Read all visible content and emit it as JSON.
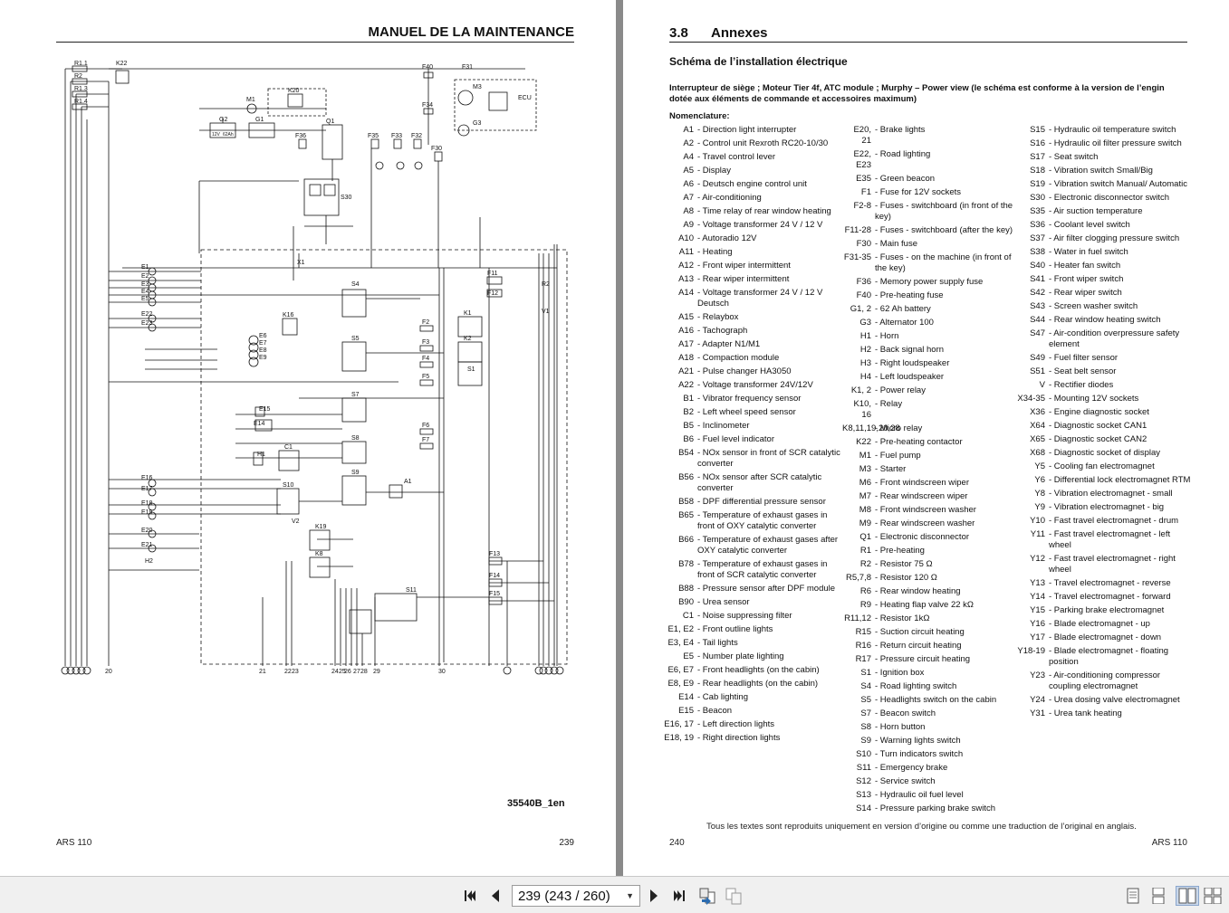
{
  "left_page": {
    "header": "MANUEL DE LA MAINTENANCE",
    "drawing_code": "35540B_1en",
    "footer_left": "ARS 110",
    "footer_right": "239",
    "schematic_labels": {
      "r1": "R1.1",
      "r2": "R2",
      "r3": "R1.3",
      "r4": "R1.4",
      "k22": "K22",
      "k20": "K20",
      "m1": "M1",
      "g2": "G2",
      "g1": "G1",
      "q1": "Q1",
      "f40": "F40",
      "f31": "F31",
      "f34": "F34",
      "m3": "M3",
      "g3": "G3",
      "f36": "F36",
      "f35": "F35",
      "f33": "F33",
      "f32": "F32",
      "f30": "F30",
      "s30": "S30",
      "x1": "X1",
      "s4": "S4",
      "k16": "K16",
      "s5": "S5",
      "s7": "S7",
      "s8": "S8",
      "s9": "S9",
      "s10": "S10",
      "v2": "V2",
      "k19": "K19",
      "k8": "K8",
      "s11": "S11",
      "a1": "A1",
      "h1": "H1",
      "h2": "H2",
      "c1": "C1",
      "e15": "E15",
      "e14": "E14",
      "k1": "K1",
      "k2": "K2",
      "s1": "S1",
      "f2": "F2",
      "f3": "F3",
      "f4": "F4",
      "f5": "F5",
      "f6": "F6",
      "f7": "F7",
      "f11": "F11",
      "f12": "F12",
      "f13": "F13",
      "f14": "F14",
      "f15": "F15",
      "v1": "V1",
      "ecu": "ECU",
      "e1": "E1",
      "e2": "E2",
      "e3": "E3",
      "e4": "E4",
      "e5": "E5",
      "e22": "E22",
      "e23": "E23",
      "e6": "E6",
      "e7": "E7",
      "e8": "E8",
      "e9": "E9",
      "e16": "E16",
      "e17": "E17",
      "e18": "E18",
      "e19": "E19",
      "e20": "E20",
      "e21": "E21",
      "bottom_terminals": [
        "21",
        "22",
        "23",
        "24",
        "25",
        "26",
        "27",
        "28",
        "29",
        "30"
      ],
      "left_bottom": "20",
      "battery_12v": "12V",
      "battery_62ah": "62Ah"
    }
  },
  "right_page": {
    "section_number": "3.8",
    "section_title": "Annexes",
    "subtitle": "Schéma de l’installation électrique",
    "intro": "Interrupteur de siège ; Moteur Tier 4f, ATC module ; Murphy – Power view (le schéma est conforme à la version de l’engin dotée aux éléments de commande et accessoires maximum)",
    "nomenclature_title": "Nomenclature:",
    "footnote": "Tous les textes sont reproduits uniquement en version d’origine ou comme une traduction de l’original en anglais.",
    "footer_left": "240",
    "footer_right": "ARS 110",
    "col1": [
      {
        "code": "A1",
        "desc": "- Direction light interrupter"
      },
      {
        "code": "A2",
        "desc": "- Control unit Rexroth RC20-10/30"
      },
      {
        "code": "A4",
        "desc": "- Travel control lever"
      },
      {
        "code": "A5",
        "desc": "- Display"
      },
      {
        "code": "A6",
        "desc": "- Deutsch engine control unit"
      },
      {
        "code": "A7",
        "desc": "- Air-conditioning"
      },
      {
        "code": "A8",
        "desc": "- Time relay of rear window heating"
      },
      {
        "code": "A9",
        "desc": "- Voltage transformer 24 V / 12 V"
      },
      {
        "code": "A10",
        "desc": "- Autoradio 12V"
      },
      {
        "code": "A11",
        "desc": "- Heating"
      },
      {
        "code": "A12",
        "desc": "- Front wiper intermittent"
      },
      {
        "code": "A13",
        "desc": "- Rear wiper intermittent"
      },
      {
        "code": "A14",
        "desc": "- Voltage transformer 24 V / 12 V Deutsch"
      },
      {
        "code": "A15",
        "desc": "- Relaybox"
      },
      {
        "code": "A16",
        "desc": "- Tachograph"
      },
      {
        "code": "A17",
        "desc": "- Adapter N1/M1"
      },
      {
        "code": "A18",
        "desc": "- Compaction module"
      },
      {
        "code": "A21",
        "desc": "- Pulse changer HA3050"
      },
      {
        "code": "A22",
        "desc": "- Voltage transformer 24V/12V"
      },
      {
        "code": "B1",
        "desc": "- Vibrator frequency sensor"
      },
      {
        "code": "B2",
        "desc": "- Left wheel speed sensor"
      },
      {
        "code": "B5",
        "desc": "- Inclinometer"
      },
      {
        "code": "B6",
        "desc": "- Fuel level indicator"
      },
      {
        "code": "B54",
        "desc": "- NOx sensor in front of SCR catalytic converter"
      },
      {
        "code": "B56",
        "desc": "- NOx sensor after SCR catalytic converter"
      },
      {
        "code": "B58",
        "desc": "- DPF differential pressure sensor"
      },
      {
        "code": "B65",
        "desc": "- Temperature of exhaust gases in front of OXY catalytic converter"
      },
      {
        "code": "B66",
        "desc": "- Temperature of exhaust gases after OXY catalytic converter"
      },
      {
        "code": "B78",
        "desc": "- Temperature of exhaust gases in front of SCR catalytic converter"
      },
      {
        "code": "B88",
        "desc": "- Pressure sensor after DPF module"
      },
      {
        "code": "B90",
        "desc": "- Urea sensor"
      },
      {
        "code": "C1",
        "desc": "- Noise suppressing filter"
      },
      {
        "code": "E1, E2",
        "desc": "- Front outline lights"
      },
      {
        "code": "E3, E4",
        "desc": "- Tail lights"
      },
      {
        "code": "E5",
        "desc": "- Number plate lighting"
      },
      {
        "code": "E6, E7",
        "desc": "- Front headlights (on the cabin)"
      },
      {
        "code": "E8, E9",
        "desc": "- Rear headlights (on the cabin)"
      },
      {
        "code": "E14",
        "desc": "- Cab lighting"
      },
      {
        "code": "E15",
        "desc": "- Beacon"
      },
      {
        "code": "E16, 17",
        "desc": "- Left direction lights"
      },
      {
        "code": "E18, 19",
        "desc": "- Right direction lights"
      }
    ],
    "col2": [
      {
        "code": "E20, 21",
        "desc": "- Brake lights"
      },
      {
        "code": "E22, E23",
        "desc": "- Road lighting"
      },
      {
        "code": "E35",
        "desc": "- Green beacon"
      },
      {
        "code": "F1",
        "desc": "- Fuse for 12V sockets"
      },
      {
        "code": "F2-8",
        "desc": "- Fuses - switchboard (in front of the key)"
      },
      {
        "code": "F11-28",
        "desc": "- Fuses - switchboard (after the key)"
      },
      {
        "code": "F30",
        "desc": "- Main fuse"
      },
      {
        "code": "F31-35",
        "desc": "- Fuses - on the machine (in front of the key)"
      },
      {
        "code": "F36",
        "desc": "- Memory power supply fuse"
      },
      {
        "code": "F40",
        "desc": "- Pre-heating fuse"
      },
      {
        "code": "G1, 2",
        "desc": "- 62 Ah battery"
      },
      {
        "code": "G3",
        "desc": "- Alternator 100"
      },
      {
        "code": "H1",
        "desc": "- Horn"
      },
      {
        "code": "H2",
        "desc": "- Back signal horn"
      },
      {
        "code": "H3",
        "desc": "- Right loudspeaker"
      },
      {
        "code": "H4",
        "desc": "- Left loudspeaker"
      },
      {
        "code": "K1, 2",
        "desc": "- Power relay"
      },
      {
        "code": "K10, 16",
        "desc": "- Relay"
      },
      {
        "code": "K8,11,19,20,28",
        "desc": "- Micro relay"
      },
      {
        "code": "K22",
        "desc": "- Pre-heating contactor"
      },
      {
        "code": "M1",
        "desc": "- Fuel pump"
      },
      {
        "code": "M3",
        "desc": "- Starter"
      },
      {
        "code": "M6",
        "desc": "- Front windscreen wiper"
      },
      {
        "code": "M7",
        "desc": "- Rear windscreen wiper"
      },
      {
        "code": "M8",
        "desc": "- Front windscreen washer"
      },
      {
        "code": "M9",
        "desc": "- Rear windscreen washer"
      },
      {
        "code": "Q1",
        "desc": "- Electronic disconnector"
      },
      {
        "code": "R1",
        "desc": "- Pre-heating"
      },
      {
        "code": "R2",
        "desc": "- Resistor 75 Ω"
      },
      {
        "code": "R5,7,8",
        "desc": "- Resistor 120 Ω"
      },
      {
        "code": "R6",
        "desc": "- Rear window heating"
      },
      {
        "code": "R9",
        "desc": "- Heating flap valve 22 kΩ"
      },
      {
        "code": "R11,12",
        "desc": "- Resistor 1kΩ"
      },
      {
        "code": "R15",
        "desc": "- Suction circuit heating"
      },
      {
        "code": "R16",
        "desc": "- Return circuit heating"
      },
      {
        "code": "R17",
        "desc": "- Pressure circuit heating"
      },
      {
        "code": "S1",
        "desc": "- Ignition box"
      },
      {
        "code": "S4",
        "desc": "- Road lighting switch"
      },
      {
        "code": "S5",
        "desc": "- Headlights switch on the cabin"
      },
      {
        "code": "S7",
        "desc": "- Beacon switch"
      },
      {
        "code": "S8",
        "desc": "- Horn button"
      },
      {
        "code": "S9",
        "desc": "- Warning lights switch"
      },
      {
        "code": "S10",
        "desc": "- Turn indicators switch"
      },
      {
        "code": "S11",
        "desc": "- Emergency brake"
      },
      {
        "code": "S12",
        "desc": "- Service switch"
      },
      {
        "code": "S13",
        "desc": "- Hydraulic oil fuel level"
      },
      {
        "code": "S14",
        "desc": "- Pressure parking brake switch"
      }
    ],
    "col3": [
      {
        "code": "S15",
        "desc": "- Hydraulic oil temperature switch"
      },
      {
        "code": "S16",
        "desc": "- Hydraulic oil filter pressure switch"
      },
      {
        "code": "S17",
        "desc": "- Seat switch"
      },
      {
        "code": "S18",
        "desc": "- Vibration switch Small/Big"
      },
      {
        "code": "S19",
        "desc": "- Vibration switch Manual/ Automatic"
      },
      {
        "code": "S30",
        "desc": "- Electronic disconnector switch"
      },
      {
        "code": "S35",
        "desc": "- Air suction temperature"
      },
      {
        "code": "S36",
        "desc": "- Coolant level switch"
      },
      {
        "code": "S37",
        "desc": "- Air filter clogging pressure switch"
      },
      {
        "code": "S38",
        "desc": "- Water in fuel switch"
      },
      {
        "code": "S40",
        "desc": "- Heater fan switch"
      },
      {
        "code": "S41",
        "desc": "- Front wiper switch"
      },
      {
        "code": "S42",
        "desc": "- Rear wiper switch"
      },
      {
        "code": "S43",
        "desc": "- Screen washer switch"
      },
      {
        "code": "S44",
        "desc": "- Rear window heating switch"
      },
      {
        "code": "S47",
        "desc": "- Air-condition overpressure safety element"
      },
      {
        "code": "S49",
        "desc": "- Fuel filter sensor"
      },
      {
        "code": "S51",
        "desc": "- Seat belt sensor"
      },
      {
        "code": "V",
        "desc": "- Rectifier diodes"
      },
      {
        "code": "X34-35",
        "desc": "- Mounting 12V sockets"
      },
      {
        "code": "X36",
        "desc": "- Engine diagnostic socket"
      },
      {
        "code": "X64",
        "desc": "- Diagnostic socket CAN1"
      },
      {
        "code": "X65",
        "desc": "- Diagnostic socket CAN2"
      },
      {
        "code": "X68",
        "desc": "- Diagnostic socket of display"
      },
      {
        "code": "Y5",
        "desc": "- Cooling fan electromagnet"
      },
      {
        "code": "Y6",
        "desc": "- Differential lock electromagnet RTM"
      },
      {
        "code": "Y8",
        "desc": "- Vibration electromagnet - small"
      },
      {
        "code": "Y9",
        "desc": "- Vibration electromagnet - big"
      },
      {
        "code": "Y10",
        "desc": "- Fast travel electromagnet - drum"
      },
      {
        "code": "Y11",
        "desc": "- Fast travel electromagnet - left wheel"
      },
      {
        "code": "Y12",
        "desc": "- Fast travel electromagnet - right wheel"
      },
      {
        "code": "Y13",
        "desc": "- Travel electromagnet - reverse"
      },
      {
        "code": "Y14",
        "desc": "- Travel electromagnet - forward"
      },
      {
        "code": "Y15",
        "desc": "- Parking brake electromagnet"
      },
      {
        "code": "Y16",
        "desc": "- Blade electromagnet - up"
      },
      {
        "code": "Y17",
        "desc": "- Blade electromagnet - down"
      },
      {
        "code": "Y18-19",
        "desc": "- Blade electromagnet - floating position"
      },
      {
        "code": "Y23",
        "desc": "- Air-conditioning compressor coupling electromagnet"
      },
      {
        "code": "Y24",
        "desc": "- Urea dosing valve electromagnet"
      },
      {
        "code": "Y31",
        "desc": "- Urea tank heating"
      }
    ]
  },
  "toolbar": {
    "page_display": "239 (243 / 260)",
    "icons": [
      "first-page-icon",
      "previous-page-icon",
      "next-page-icon",
      "last-page-icon",
      "go-back-icon",
      "go-forward-icon",
      "single-page-view-icon",
      "continuous-view-icon",
      "two-page-view-icon",
      "two-page-continuous-view-icon"
    ]
  },
  "colors": {
    "background": "#7f7f7f",
    "toolbar": "#f0f0f0",
    "ink": "#111111",
    "accent": "#2b6cb0"
  }
}
